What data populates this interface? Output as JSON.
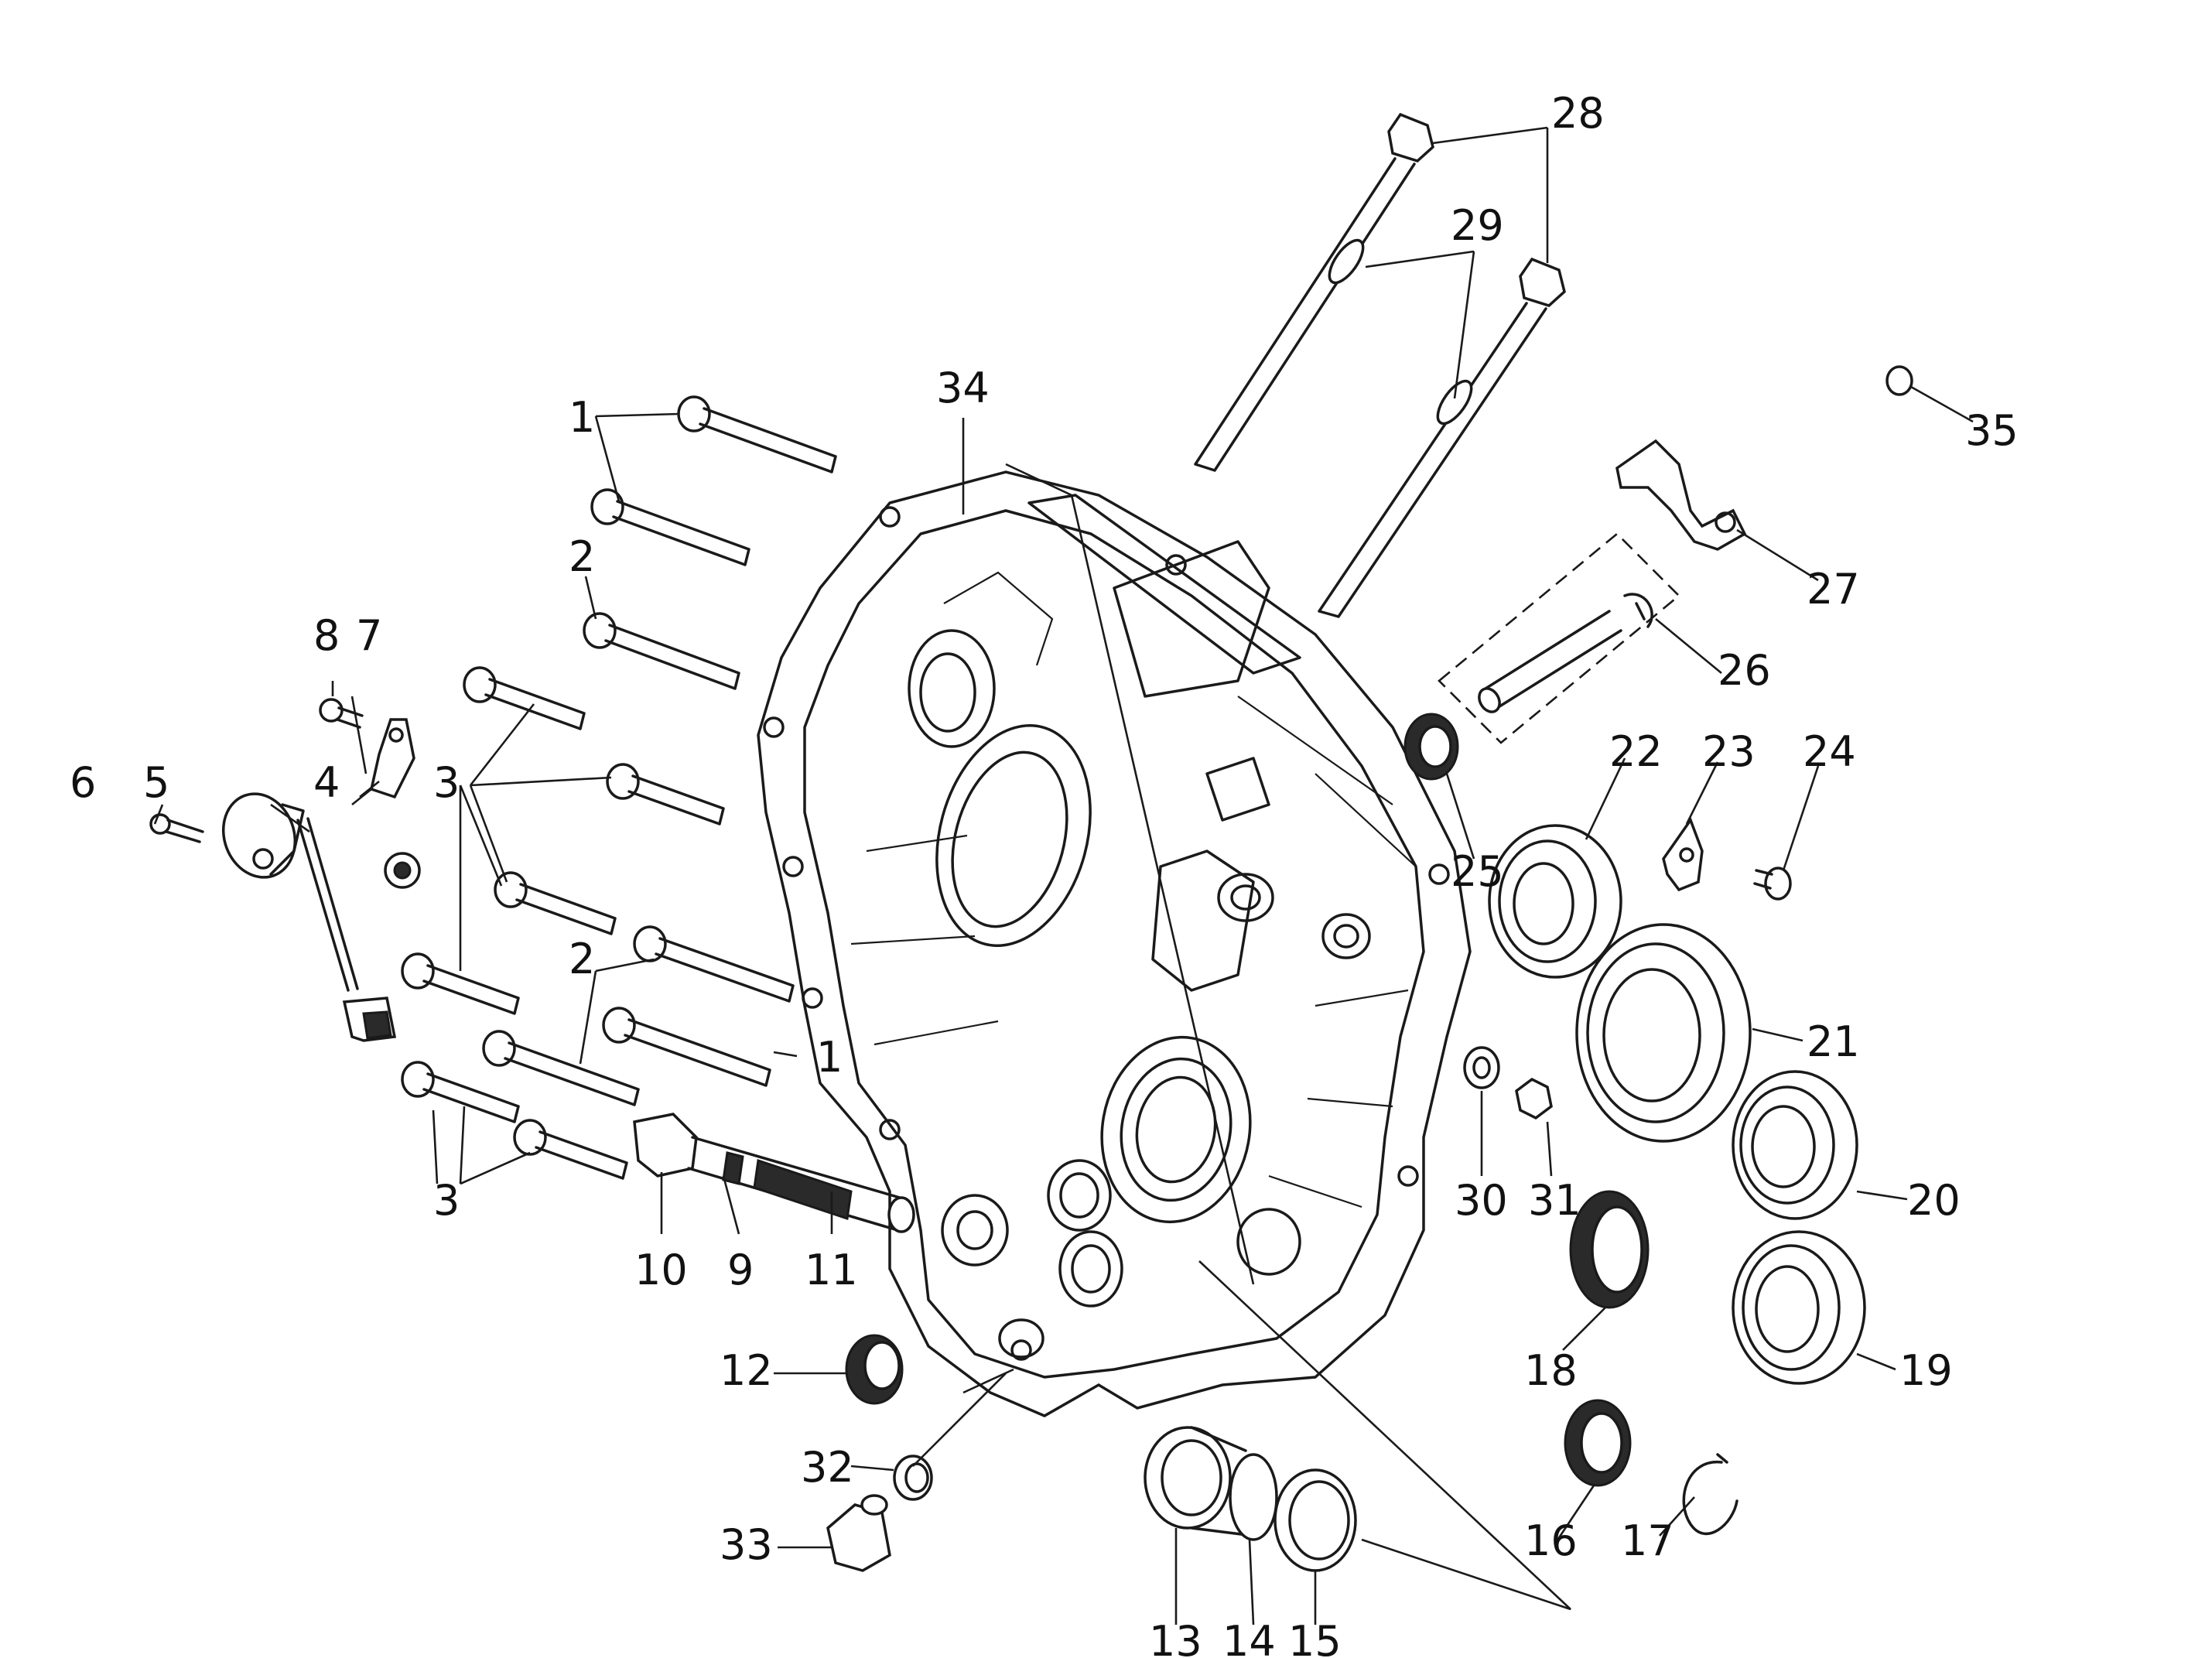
{
  "diagram": {
    "callouts": {
      "c1a": "1",
      "c1b": "1",
      "c2a": "2",
      "c2b": "2",
      "c3a": "3",
      "c3b": "3",
      "c4": "4",
      "c5": "5",
      "c6": "6",
      "c7": "7",
      "c8": "8",
      "c9": "9",
      "c10": "10",
      "c11": "11",
      "c12": "12",
      "c13": "13",
      "c14": "14",
      "c15": "15",
      "c16": "16",
      "c17": "17",
      "c18": "18",
      "c19": "19",
      "c20": "20",
      "c21": "21",
      "c22": "22",
      "c23": "23",
      "c24": "24",
      "c25": "25",
      "c26": "26",
      "c27": "27",
      "c28": "28",
      "c29": "29",
      "c30": "30",
      "c31": "31",
      "c32": "32",
      "c33": "33",
      "c34": "34",
      "c35": "35"
    }
  }
}
